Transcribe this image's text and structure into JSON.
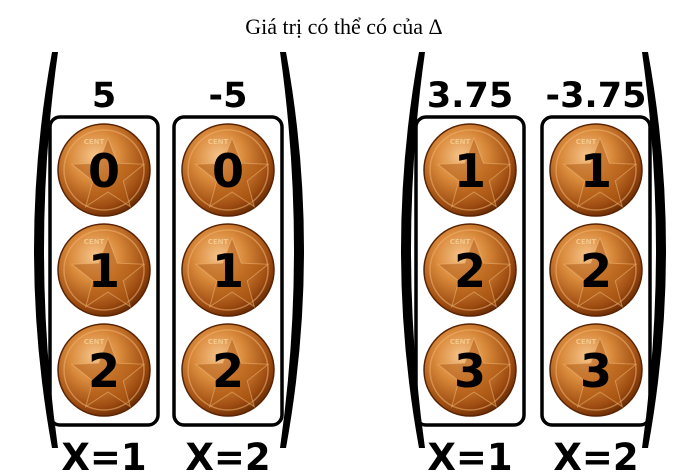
{
  "title": "Giá trị có thể có của Δ",
  "coin_text": "CENT",
  "groups": [
    {
      "columns": [
        {
          "value": "5",
          "x_label": "X=1",
          "coins": [
            "0",
            "1",
            "2"
          ]
        },
        {
          "value": "-5",
          "x_label": "X=2",
          "coins": [
            "0",
            "1",
            "2"
          ]
        }
      ]
    },
    {
      "columns": [
        {
          "value": "3.75",
          "x_label": "X=1",
          "coins": [
            "1",
            "2",
            "3"
          ]
        },
        {
          "value": "-3.75",
          "x_label": "X=2",
          "coins": [
            "1",
            "2",
            "3"
          ]
        }
      ]
    }
  ],
  "colors": {
    "coin_light": "#f2b77a",
    "coin_mid": "#c56a1c",
    "coin_dark": "#6e2f06",
    "bracket": "#000000"
  }
}
